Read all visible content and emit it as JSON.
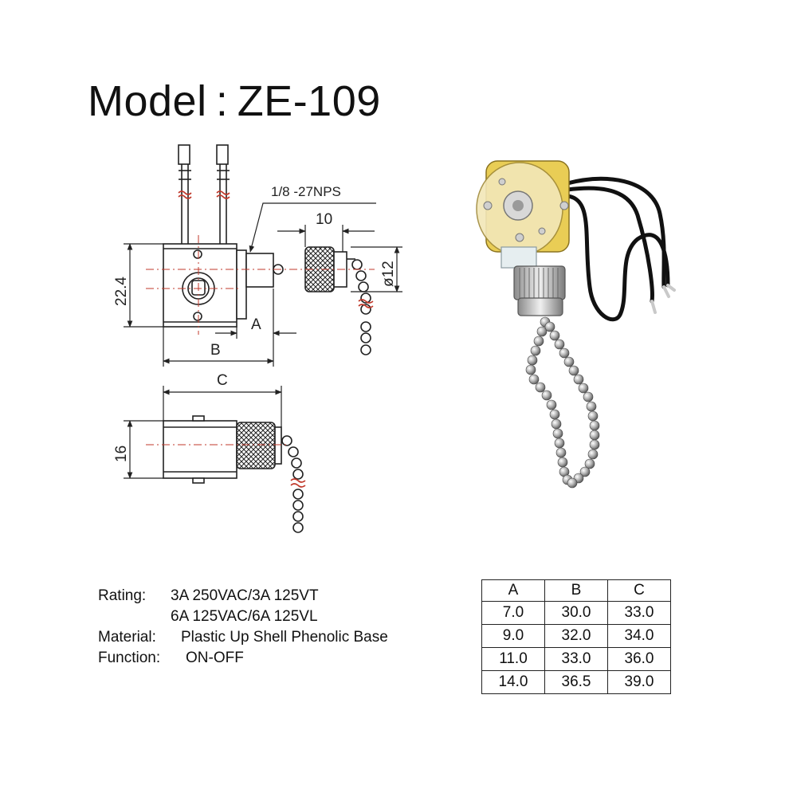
{
  "title": "Model : ZE-109",
  "drawing_labels": {
    "thread": "1/8 -27NPS",
    "knob_len": "10",
    "knob_dia": "ø12",
    "height": "22.4",
    "dim_a": "A",
    "dim_b": "B",
    "dim_c": "C",
    "depth": "16"
  },
  "specs": {
    "rating_label": "Rating:",
    "rating_line1": "3A 250VAC/3A 125VT",
    "rating_line2": "6A 125VAC/6A 125VL",
    "material_label": "Material:",
    "material_value": "Plastic Up Shell  Phenolic Base",
    "function_label": "Function:",
    "function_value": "ON-OFF"
  },
  "table": {
    "headers": [
      "A",
      "B",
      "C"
    ],
    "rows": [
      [
        "7.0",
        "30.0",
        "33.0"
      ],
      [
        "9.0",
        "32.0",
        "34.0"
      ],
      [
        "11.0",
        "33.0",
        "36.0"
      ],
      [
        "14.0",
        "36.5",
        "39.0"
      ]
    ]
  },
  "colors": {
    "line": "#222222",
    "centerline": "#c0392b",
    "switch_body": "#e8c84a",
    "metal": "#b8b8b8",
    "wire": "#111111"
  }
}
